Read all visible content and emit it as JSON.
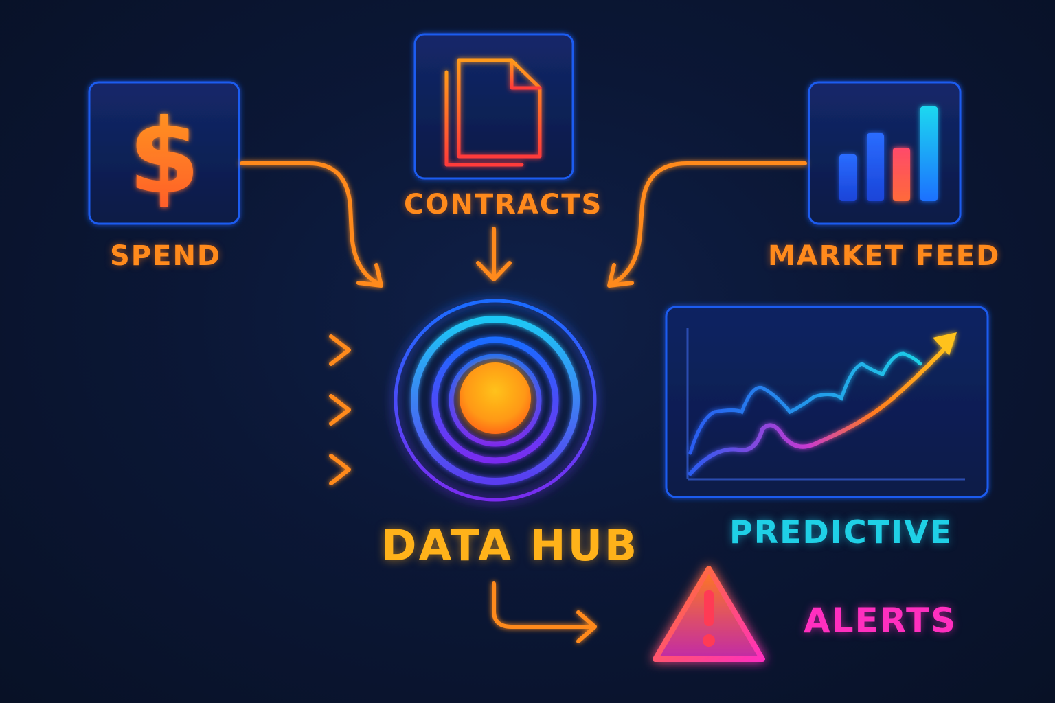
{
  "nodes": {
    "spend": {
      "label": "SPEND",
      "icon": "dollar-sign-icon"
    },
    "contracts": {
      "label": "CONTRACTS",
      "icon": "document-icon"
    },
    "market_feed": {
      "label": "MARKET FEED",
      "icon": "bar-chart-icon"
    },
    "hub": {
      "label": "DATA HUB",
      "icon": "concentric-rings-icon"
    },
    "predictive": {
      "label": "PREDICTIVE",
      "icon": "trend-line-chart-icon"
    },
    "alerts": {
      "label": "ALERTS",
      "icon": "warning-triangle-icon"
    }
  },
  "colors": {
    "background": "#0b1733",
    "accent_orange": "#ff8a1c",
    "hub_yellow": "#ffb21a",
    "predictive_cyan": "#1fd0e6",
    "alerts_magenta": "#ff2fbf",
    "panel_border": "#1d5cf0"
  }
}
